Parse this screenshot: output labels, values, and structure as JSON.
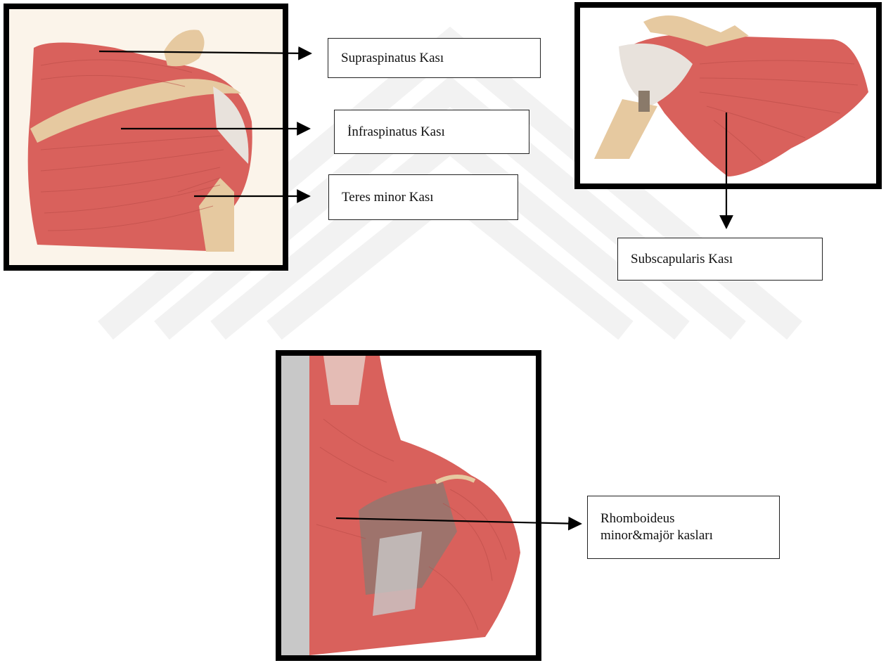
{
  "figure_posterior_shoulder": {
    "labels": {
      "supraspinatus": "Supraspinatus Kası",
      "infraspinatus": "İnfraspinatus Kası",
      "teres_minor": "Teres minor Kası"
    }
  },
  "figure_anterior_shoulder": {
    "labels": {
      "subscapularis": "Subscapularis Kası"
    }
  },
  "figure_back": {
    "labels": {
      "rhomboideus_line1": "Rhomboideus",
      "rhomboideus_line2": "minor&majör kasları"
    }
  },
  "colors": {
    "muscle": "#d9615c",
    "muscle_dark": "#b84a46",
    "bone": "#e6c9a0",
    "tendon": "#e8e2dc",
    "frame_border": "#000000",
    "watermark": "#f2f2f2"
  }
}
